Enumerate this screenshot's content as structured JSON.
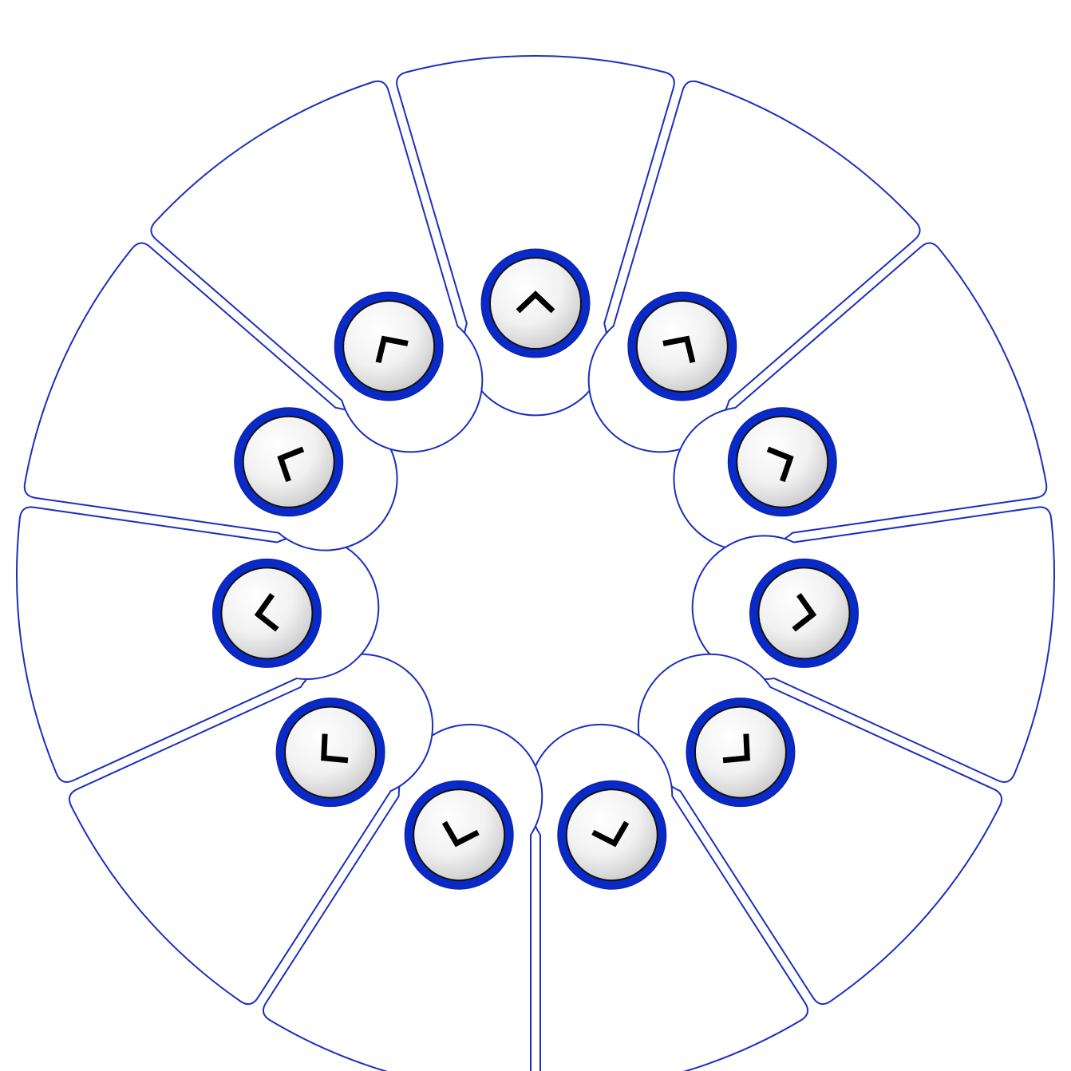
{
  "menu": {
    "segment_count": 11,
    "colors": {
      "segment_fill": "#ffffff",
      "segment_stroke": "#1a2fbf",
      "button_ring": "#0a2ac8",
      "button_face_light": "#ffffff",
      "button_face_dark": "#cfcfcf",
      "arrow": "#000000"
    },
    "items": [
      {
        "icon": "arrow-up-icon",
        "direction_deg": 0
      },
      {
        "icon": "arrow-up-right-icon",
        "direction_deg": 32.73
      },
      {
        "icon": "arrow-right-up-icon",
        "direction_deg": 65.45
      },
      {
        "icon": "arrow-right-icon",
        "direction_deg": 98.18
      },
      {
        "icon": "arrow-right-down-icon",
        "direction_deg": 130.91
      },
      {
        "icon": "arrow-down-right-icon",
        "direction_deg": 163.64
      },
      {
        "icon": "arrow-down-left-icon",
        "direction_deg": 196.36
      },
      {
        "icon": "arrow-left-down-icon",
        "direction_deg": 229.09
      },
      {
        "icon": "arrow-left-icon",
        "direction_deg": 261.82
      },
      {
        "icon": "arrow-left-up-icon",
        "direction_deg": 294.55
      },
      {
        "icon": "arrow-up-left-icon",
        "direction_deg": 327.27
      }
    ]
  }
}
